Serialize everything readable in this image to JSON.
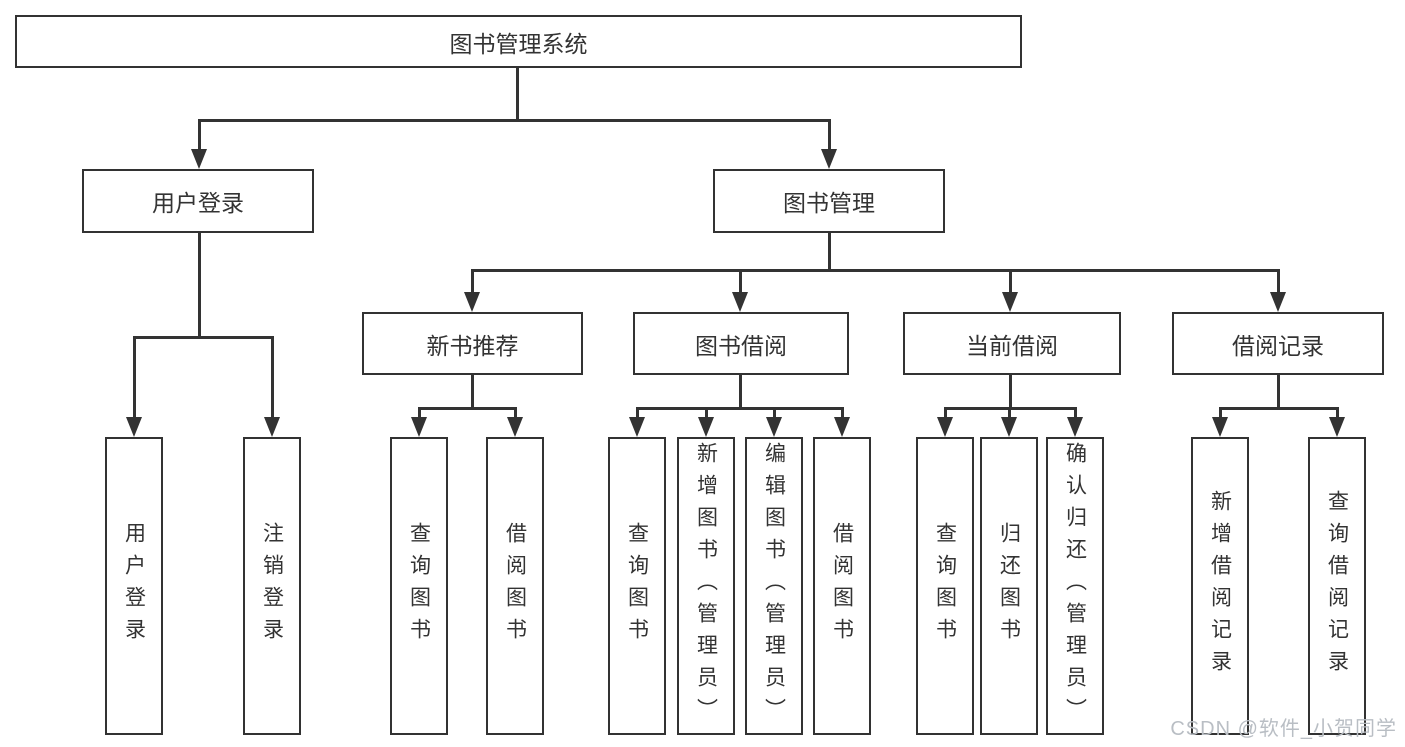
{
  "diagram_title": "图书管理系统",
  "tree": {
    "label": "图书管理系统",
    "children": [
      {
        "label": "用户登录",
        "children": [
          {
            "label": "用户登录"
          },
          {
            "label": "注销登录"
          }
        ]
      },
      {
        "label": "图书管理",
        "children": [
          {
            "label": "新书推荐",
            "children": [
              {
                "label": "查询图书"
              },
              {
                "label": "借阅图书"
              }
            ]
          },
          {
            "label": "图书借阅",
            "children": [
              {
                "label": "查询图书"
              },
              {
                "label": "新增图书（管理员）"
              },
              {
                "label": "编辑图书（管理员）"
              },
              {
                "label": "借阅图书"
              }
            ]
          },
          {
            "label": "当前借阅",
            "children": [
              {
                "label": "查询图书"
              },
              {
                "label": "归还图书"
              },
              {
                "label": "确认归还（管理员）"
              }
            ]
          },
          {
            "label": "借阅记录",
            "children": [
              {
                "label": "新增借阅记录"
              },
              {
                "label": "查询借阅记录"
              }
            ]
          }
        ]
      }
    ]
  },
  "watermark": "CSDN @软件_小贺同学",
  "colors": {
    "line": "#333333",
    "box_border": "#323232",
    "box_background": "#ffffff",
    "text": "#333333",
    "watermark_text": "#b9bec4",
    "page_background": "#ffffff"
  }
}
